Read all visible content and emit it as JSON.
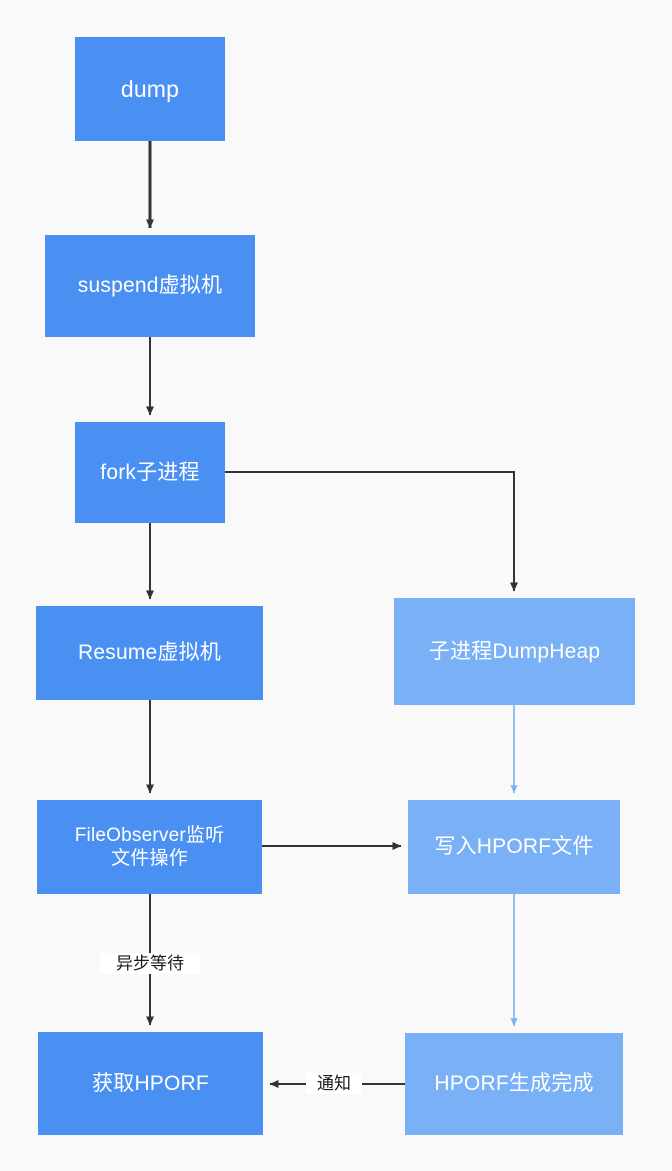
{
  "diagram": {
    "type": "flowchart",
    "title": "",
    "background_color": "#f9f9f9",
    "node_colors": {
      "main_thread": "#4a90f2",
      "child_process": "#7ab0f5"
    },
    "edge_colors": {
      "main_thread": "#333333",
      "child_process": "#7ab0f5"
    },
    "nodes": [
      {
        "id": "dump",
        "label": "dump",
        "lane": "main_thread"
      },
      {
        "id": "suspend",
        "label": "suspend虚拟机",
        "lane": "main_thread"
      },
      {
        "id": "fork",
        "label": "fork子进程",
        "lane": "main_thread"
      },
      {
        "id": "resume",
        "label": "Resume虚拟机",
        "lane": "main_thread"
      },
      {
        "id": "fileobserver",
        "label": "FileObserver监听\n文件操作",
        "lane": "main_thread"
      },
      {
        "id": "gethprof",
        "label": "获取HPORF",
        "lane": "main_thread"
      },
      {
        "id": "dumpheap",
        "label": "子进程DumpHeap",
        "lane": "child_process"
      },
      {
        "id": "writehprof",
        "label": "写入HPORF文件",
        "lane": "child_process"
      },
      {
        "id": "hprofdone",
        "label": "HPORF生成完成",
        "lane": "child_process"
      }
    ],
    "edges": [
      {
        "id": "e1",
        "from": "dump",
        "to": "suspend",
        "label": "",
        "style": "main_thread"
      },
      {
        "id": "e2",
        "from": "suspend",
        "to": "fork",
        "label": "",
        "style": "main_thread"
      },
      {
        "id": "e3",
        "from": "fork",
        "to": "resume",
        "label": "",
        "style": "main_thread"
      },
      {
        "id": "e4",
        "from": "fork",
        "to": "dumpheap",
        "label": "",
        "style": "main_thread"
      },
      {
        "id": "e5",
        "from": "resume",
        "to": "fileobserver",
        "label": "",
        "style": "main_thread"
      },
      {
        "id": "e6",
        "from": "fileobserver",
        "to": "writehprof",
        "label": "",
        "style": "main_thread"
      },
      {
        "id": "e7",
        "from": "fileobserver",
        "to": "gethprof",
        "label": "异步等待",
        "style": "main_thread"
      },
      {
        "id": "e8",
        "from": "dumpheap",
        "to": "writehprof",
        "label": "",
        "style": "child_process"
      },
      {
        "id": "e9",
        "from": "writehprof",
        "to": "hprofdone",
        "label": "",
        "style": "child_process"
      },
      {
        "id": "e10",
        "from": "hprofdone",
        "to": "gethprof",
        "label": "通知",
        "style": "main_thread"
      }
    ],
    "edge_labels": [
      {
        "id": "label-async",
        "text": "异步等待"
      },
      {
        "id": "label-notify",
        "text": "通知"
      }
    ]
  }
}
